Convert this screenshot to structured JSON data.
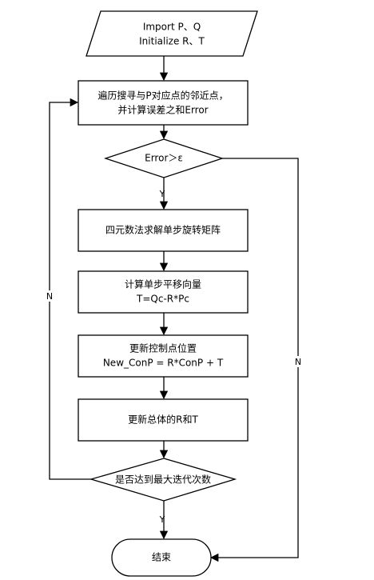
{
  "nodes": {
    "input": [
      "Import P、Q",
      "Initialize R、T"
    ],
    "search": [
      "遍历搜寻与P对应点的邻近点，",
      "并计算误差之和Error"
    ],
    "error_check": "Error＞ε",
    "quaternion": "四元数法求解单步旋转矩阵",
    "translation": [
      "计算单步平移向量",
      "T=Qc-R*Pc"
    ],
    "update_points": [
      "更新控制点位置",
      "New_ConP = R*ConP + T"
    ],
    "update_rt": "更新总体的R和T",
    "max_iter": "是否达到最大迭代次数",
    "end": "结束"
  },
  "edge_labels": {
    "error_yes": "Y",
    "error_no": "N",
    "iter_no": "N",
    "iter_yes": "Y"
  }
}
